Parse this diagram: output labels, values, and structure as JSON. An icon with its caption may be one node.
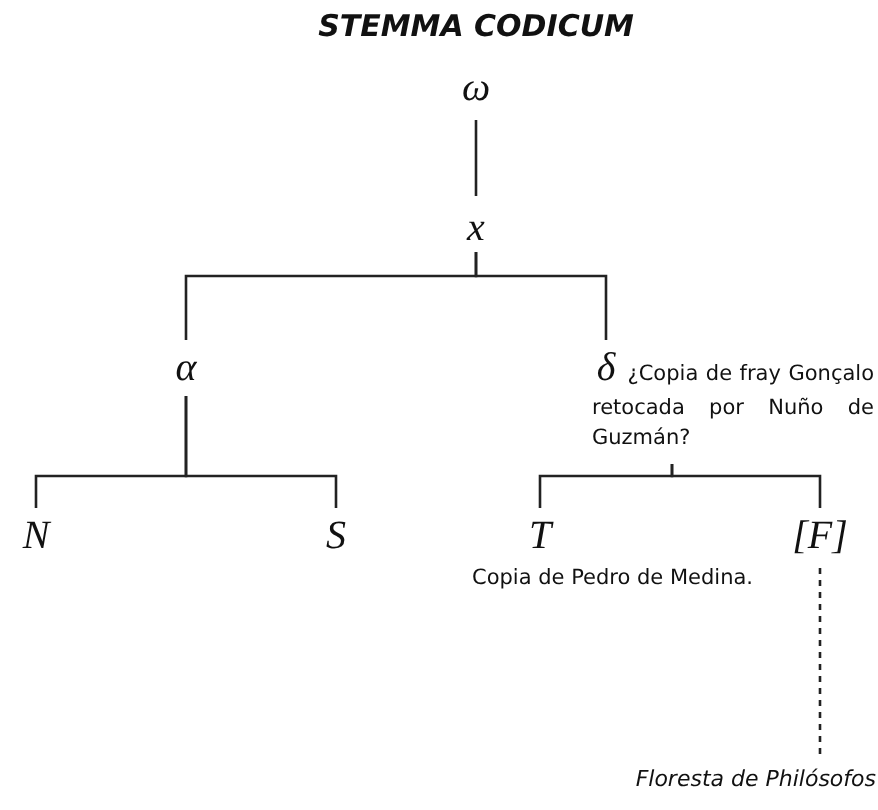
{
  "diagram": {
    "title": "STEMMA CODICUM",
    "nodes": [
      {
        "text": [
          "ω"
        ]
      },
      {
        "text": [
          "x"
        ]
      },
      {
        "text": [
          "α"
        ]
      },
      {
        "text": [
          "δ"
        ],
        "beside": [
          "¿Copia de fray Gonçalo retocada por Nuño de Guzmán?"
        ]
      },
      {
        "text": [
          "N"
        ]
      },
      {
        "text": [
          "S"
        ]
      },
      {
        "text": [
          "T"
        ],
        "beside": [
          "Copia de Pedro de Medina."
        ]
      },
      {
        "text": [
          "[F]"
        ]
      },
      {
        "text": [
          "Floresta de Philósofos"
        ]
      }
    ],
    "edges": [
      {
        "from": 0,
        "to": 1,
        "arrow": "none"
      },
      {
        "from": 1,
        "to": 2,
        "arrow": "none"
      },
      {
        "from": 1,
        "to": 3,
        "arrow": "none"
      },
      {
        "from": 2,
        "to": 4,
        "arrow": "none"
      },
      {
        "from": 2,
        "to": 5,
        "arrow": "none"
      },
      {
        "from": 3,
        "to": 6,
        "arrow": "none"
      },
      {
        "from": 3,
        "to": 7,
        "arrow": "none"
      },
      {
        "from": 7,
        "to": 8,
        "arrow": "none",
        "style": "dashed"
      }
    ]
  }
}
